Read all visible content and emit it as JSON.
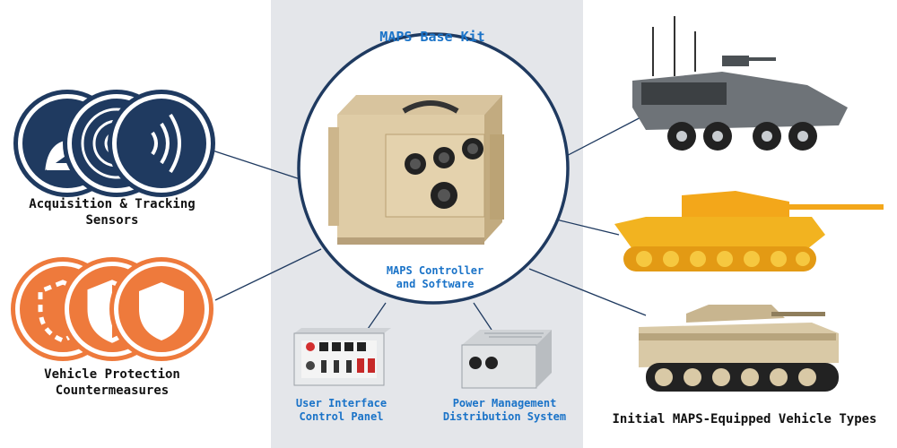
{
  "center": {
    "title": "MAPS Base Kit",
    "controller_label": [
      "MAPS Controller",
      "and Software"
    ]
  },
  "left": {
    "sensors_label": [
      "Acquisition & Tracking",
      "Sensors"
    ],
    "protection_label": [
      "Vehicle Protection",
      "Countermeasures"
    ]
  },
  "bottom": {
    "ui_label": [
      "User Interface",
      "Control Panel"
    ],
    "power_label": [
      "Power Management",
      "Distribution System"
    ]
  },
  "right": {
    "vehicles_label": "Initial MAPS-Equipped Vehicle Types"
  },
  "colors": {
    "navy": "#1f3a60",
    "accent_blue": "#1a73c8",
    "orange": "#ee7a3c",
    "panel_bg": "#e4e6ea",
    "tan": "#d9c39a",
    "yellow": "#f2b320"
  },
  "icons": {
    "sensors": [
      "satellite-dish-icon",
      "radar-icon",
      "signal-waves-icon"
    ],
    "protection": [
      "dashed-shield-icon",
      "half-shield-icon",
      "solid-shield-icon"
    ]
  }
}
